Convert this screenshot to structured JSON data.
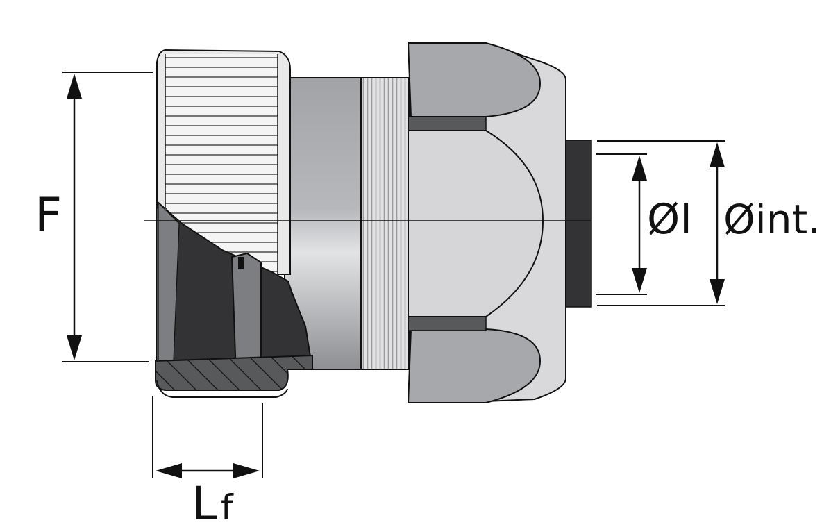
{
  "labels": {
    "height": "F",
    "thread_length_main": "L",
    "thread_length_sub": "f",
    "inner_diameter": "ØI",
    "internal_diameter": "Øint."
  },
  "colors": {
    "outline": "#111111",
    "light_gray": "#d9d9db",
    "mid_gray": "#a7a8ab",
    "dark_gray": "#58595b",
    "charcoal": "#333335",
    "very_light": "#e9e9ea"
  }
}
